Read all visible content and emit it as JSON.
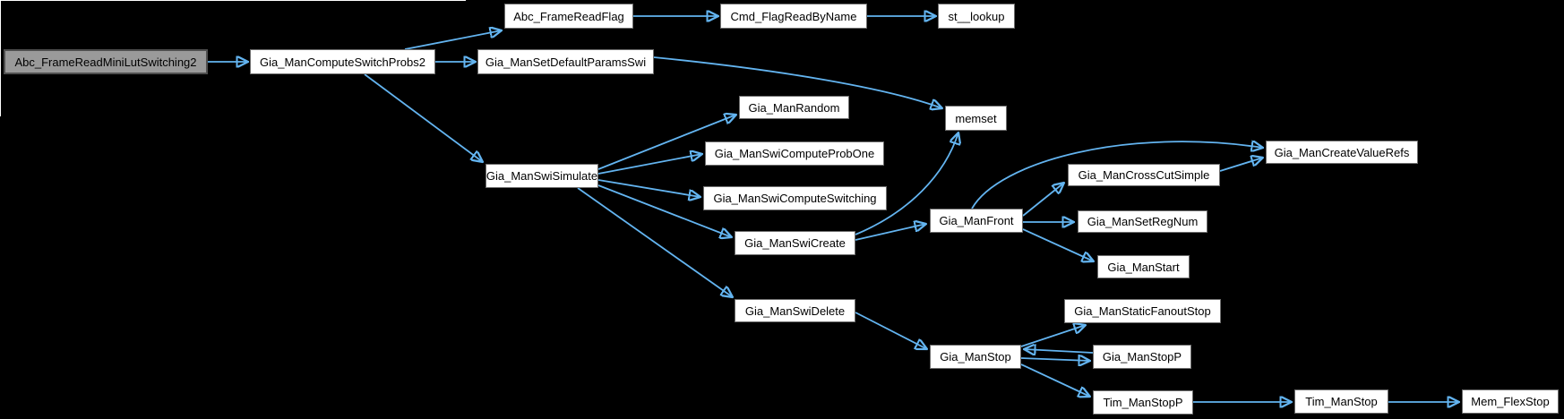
{
  "canvas": {
    "background": "#000000",
    "frame_color": "#ffffff"
  },
  "colors": {
    "edge": "#63b4f0",
    "node_fill": "#ffffff",
    "node_border": "#6e6e6e",
    "node_text": "#000000",
    "root_fill": "#9a9a9a",
    "root_border": "#4f4f4f"
  },
  "graph": {
    "nodes": [
      {
        "id": "Abc_FrameReadMiniLutSwitching2",
        "label": "Abc_FrameReadMiniLutSwitching2",
        "root": true
      },
      {
        "id": "Gia_ManComputeSwitchProbs2",
        "label": "Gia_ManComputeSwitchProbs2"
      },
      {
        "id": "Abc_FrameReadFlag",
        "label": "Abc_FrameReadFlag"
      },
      {
        "id": "Cmd_FlagReadByName",
        "label": "Cmd_FlagReadByName"
      },
      {
        "id": "st__lookup",
        "label": "st__lookup"
      },
      {
        "id": "Gia_ManSetDefaultParamsSwi",
        "label": "Gia_ManSetDefaultParamsSwi"
      },
      {
        "id": "memset",
        "label": "memset"
      },
      {
        "id": "Gia_ManSwiSimulate",
        "label": "Gia_ManSwiSimulate"
      },
      {
        "id": "Gia_ManRandom",
        "label": "Gia_ManRandom"
      },
      {
        "id": "Gia_ManSwiComputeProbOne",
        "label": "Gia_ManSwiComputeProbOne"
      },
      {
        "id": "Gia_ManSwiComputeSwitching",
        "label": "Gia_ManSwiComputeSwitching"
      },
      {
        "id": "Gia_ManSwiCreate",
        "label": "Gia_ManSwiCreate"
      },
      {
        "id": "Gia_ManFront",
        "label": "Gia_ManFront"
      },
      {
        "id": "Gia_ManCreateValueRefs",
        "label": "Gia_ManCreateValueRefs"
      },
      {
        "id": "Gia_ManCrossCutSimple",
        "label": "Gia_ManCrossCutSimple"
      },
      {
        "id": "Gia_ManSetRegNum",
        "label": "Gia_ManSetRegNum"
      },
      {
        "id": "Gia_ManStart",
        "label": "Gia_ManStart"
      },
      {
        "id": "Gia_ManSwiDelete",
        "label": "Gia_ManSwiDelete"
      },
      {
        "id": "Gia_ManStop",
        "label": "Gia_ManStop"
      },
      {
        "id": "Gia_ManStaticFanoutStop",
        "label": "Gia_ManStaticFanoutStop"
      },
      {
        "id": "Gia_ManStopP",
        "label": "Gia_ManStopP"
      },
      {
        "id": "Tim_ManStopP",
        "label": "Tim_ManStopP"
      },
      {
        "id": "Tim_ManStop",
        "label": "Tim_ManStop"
      },
      {
        "id": "Mem_FlexStop",
        "label": "Mem_FlexStop"
      }
    ],
    "edges": [
      {
        "from": "Abc_FrameReadMiniLutSwitching2",
        "to": "Gia_ManComputeSwitchProbs2"
      },
      {
        "from": "Gia_ManComputeSwitchProbs2",
        "to": "Abc_FrameReadFlag"
      },
      {
        "from": "Gia_ManComputeSwitchProbs2",
        "to": "Gia_ManSetDefaultParamsSwi"
      },
      {
        "from": "Gia_ManComputeSwitchProbs2",
        "to": "Gia_ManSwiSimulate"
      },
      {
        "from": "Abc_FrameReadFlag",
        "to": "Cmd_FlagReadByName"
      },
      {
        "from": "Cmd_FlagReadByName",
        "to": "st__lookup"
      },
      {
        "from": "Gia_ManSetDefaultParamsSwi",
        "to": "memset"
      },
      {
        "from": "Gia_ManSwiSimulate",
        "to": "Gia_ManRandom"
      },
      {
        "from": "Gia_ManSwiSimulate",
        "to": "Gia_ManSwiComputeProbOne"
      },
      {
        "from": "Gia_ManSwiSimulate",
        "to": "Gia_ManSwiComputeSwitching"
      },
      {
        "from": "Gia_ManSwiSimulate",
        "to": "Gia_ManSwiCreate"
      },
      {
        "from": "Gia_ManSwiSimulate",
        "to": "Gia_ManSwiDelete"
      },
      {
        "from": "Gia_ManSwiCreate",
        "to": "memset"
      },
      {
        "from": "Gia_ManSwiCreate",
        "to": "Gia_ManFront"
      },
      {
        "from": "Gia_ManFront",
        "to": "Gia_ManCreateValueRefs"
      },
      {
        "from": "Gia_ManFront",
        "to": "Gia_ManCrossCutSimple"
      },
      {
        "from": "Gia_ManFront",
        "to": "Gia_ManSetRegNum"
      },
      {
        "from": "Gia_ManFront",
        "to": "Gia_ManStart"
      },
      {
        "from": "Gia_ManCrossCutSimple",
        "to": "Gia_ManCreateValueRefs"
      },
      {
        "from": "Gia_ManSwiDelete",
        "to": "Gia_ManStop"
      },
      {
        "from": "Gia_ManStop",
        "to": "Gia_ManStaticFanoutStop"
      },
      {
        "from": "Gia_ManStop",
        "to": "Gia_ManStopP"
      },
      {
        "from": "Gia_ManStopP",
        "to": "Gia_ManStop"
      },
      {
        "from": "Gia_ManStop",
        "to": "Tim_ManStopP"
      },
      {
        "from": "Tim_ManStopP",
        "to": "Tim_ManStop"
      },
      {
        "from": "Tim_ManStop",
        "to": "Mem_FlexStop"
      }
    ]
  }
}
